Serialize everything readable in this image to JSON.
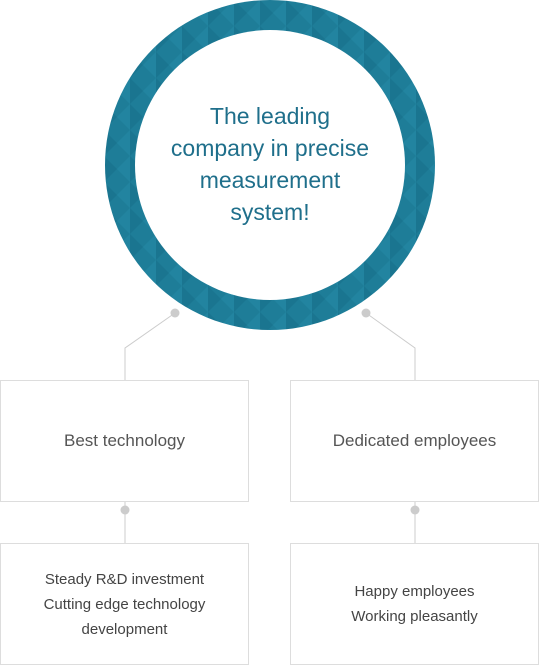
{
  "circle": {
    "lines": [
      "The leading",
      "company in precise",
      "measurement",
      "system!"
    ]
  },
  "branches": [
    {
      "title": "Best technology",
      "details": [
        "Steady R&D investment",
        "Cutting edge technology",
        "development"
      ]
    },
    {
      "title": "Dedicated employees",
      "details": [
        "Happy employees",
        "Working pleasantly"
      ]
    }
  ],
  "colors": {
    "ring": "#1e7d98",
    "ring_dark": "#176a82",
    "circle_text": "#1f6f8b",
    "connector": "#cccccc",
    "box_border": "#dddddd"
  }
}
